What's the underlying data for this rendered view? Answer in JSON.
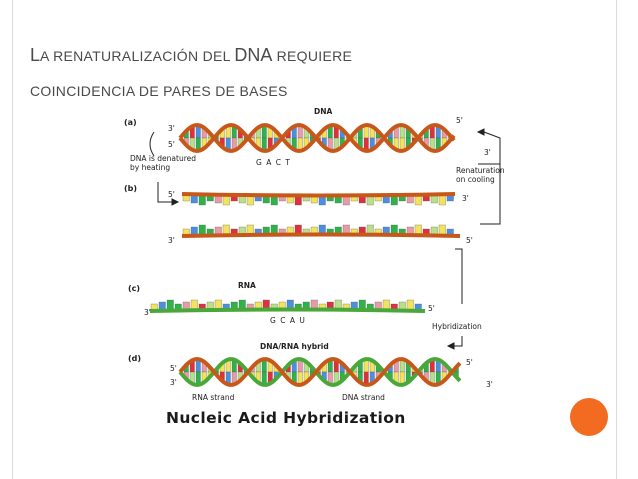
{
  "slide": {
    "title_first_letter": "L",
    "title_rest_1": "A RENATURALIZACIÓN DEL ",
    "title_dna": "DNA",
    "title_rest_2": " REQUIERE",
    "title_line2": "COINCIDENCIA DE PARES DE BASES",
    "accent_color": "#f26b21",
    "frame_color": "#d9d9d9"
  },
  "diagram": {
    "panels": [
      "(a)",
      "(b)",
      "(c)",
      "(d)"
    ],
    "dna_label": "DNA",
    "rna_label": "RNA",
    "hybrid_label": "DNA/RNA hybrid",
    "denatured_label_1": "DNA is denatured",
    "denatured_label_2": "by heating",
    "renaturation_label_1": "Renaturation",
    "renaturation_label_2": "on cooling",
    "hybridization_label": "Hybridization",
    "bases_dna": "G A C T",
    "bases_rna": "G C A U",
    "rna_strand_label": "RNA strand",
    "dna_strand_label": "DNA strand",
    "end_3": "3'",
    "end_5": "5'",
    "caption": "Nucleic Acid Hybridization",
    "colors": {
      "backbone_dna": "#c8581a",
      "backbone_rna": "#4aa83a",
      "base_yellow": "#f2e35a",
      "base_green": "#2fb24a",
      "base_red": "#e0303a",
      "base_blue": "#4a8fe0",
      "base_pink": "#e89aa8",
      "base_lightgreen": "#b8e08a"
    }
  }
}
